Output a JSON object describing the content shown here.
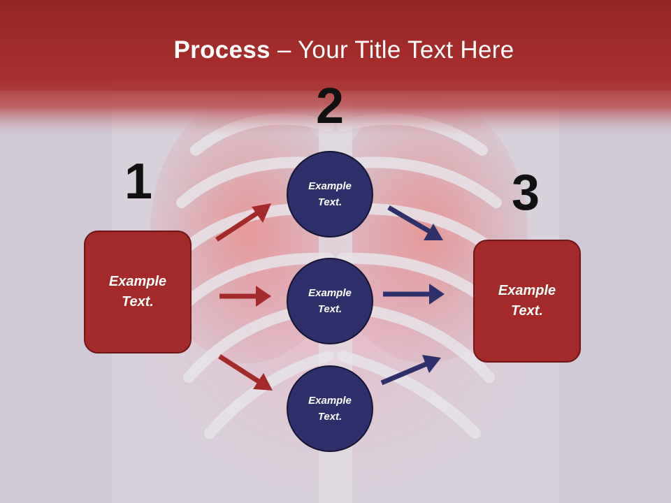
{
  "title": {
    "bold": "Process",
    "rest": " – Your Title Text Here"
  },
  "steps": [
    "1",
    "2",
    "3"
  ],
  "boxes": {
    "left": "Example\nText.",
    "right": "Example\nText."
  },
  "circles": [
    "Example\nText.",
    "Example\nText.",
    "Example\nText."
  ],
  "colors": {
    "red": "#a32a28",
    "navy": "#2f2f6c",
    "header": "#a8302c"
  }
}
